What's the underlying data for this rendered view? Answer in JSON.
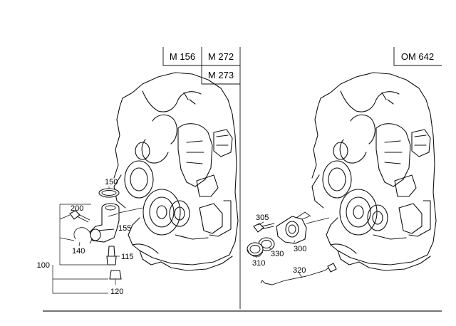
{
  "panels": [
    {
      "id": "left",
      "engine_codes": [
        "M 156",
        "M 272",
        "M 273"
      ],
      "callouts": [
        "150",
        "200",
        "155",
        "140",
        "115",
        "100",
        "120"
      ]
    },
    {
      "id": "right",
      "engine_codes": [
        "OM 642"
      ],
      "callouts": [
        "305",
        "330",
        "300",
        "310",
        "320"
      ]
    }
  ]
}
